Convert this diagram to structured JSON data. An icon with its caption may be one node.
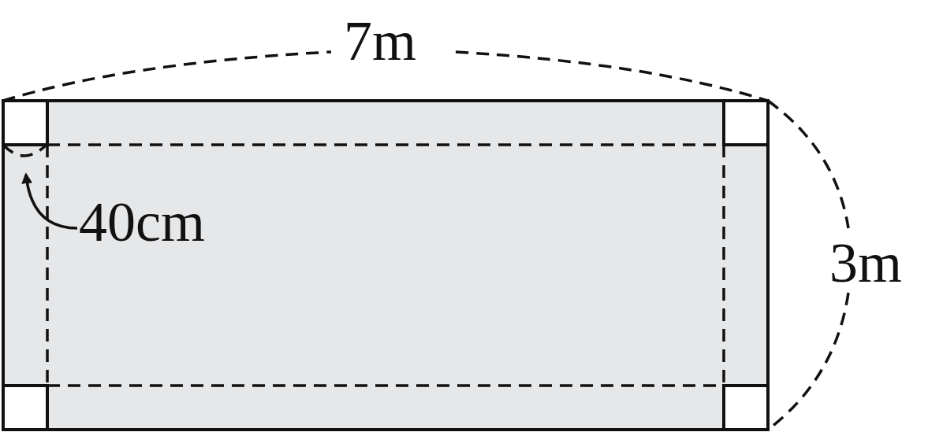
{
  "diagram": {
    "labels": [
      "7m",
      "40cm",
      "3m"
    ]
  }
}
